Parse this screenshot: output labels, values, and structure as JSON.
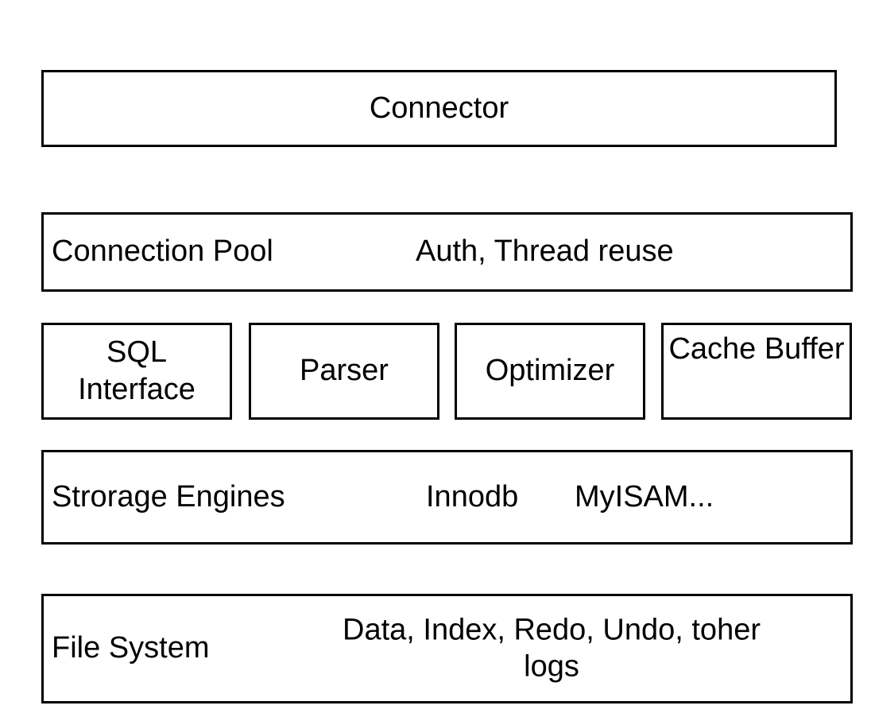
{
  "colors": {
    "background": "#ffffff",
    "border": "#000000",
    "text": "#000000"
  },
  "layers": {
    "connector": {
      "label": "Connector"
    },
    "connection_pool": {
      "label": "Connection Pool",
      "detail": "Auth, Thread reuse"
    },
    "services": {
      "boxes": [
        "SQL Interface",
        "Parser",
        "Optimizer",
        "Cache Buffer"
      ]
    },
    "storage_engines": {
      "label": "Strorage Engines",
      "engines": [
        "Innodb",
        "MyISAM..."
      ]
    },
    "file_system": {
      "label": "File System",
      "detail": "Data, Index, Redo, Undo, toher logs"
    }
  }
}
